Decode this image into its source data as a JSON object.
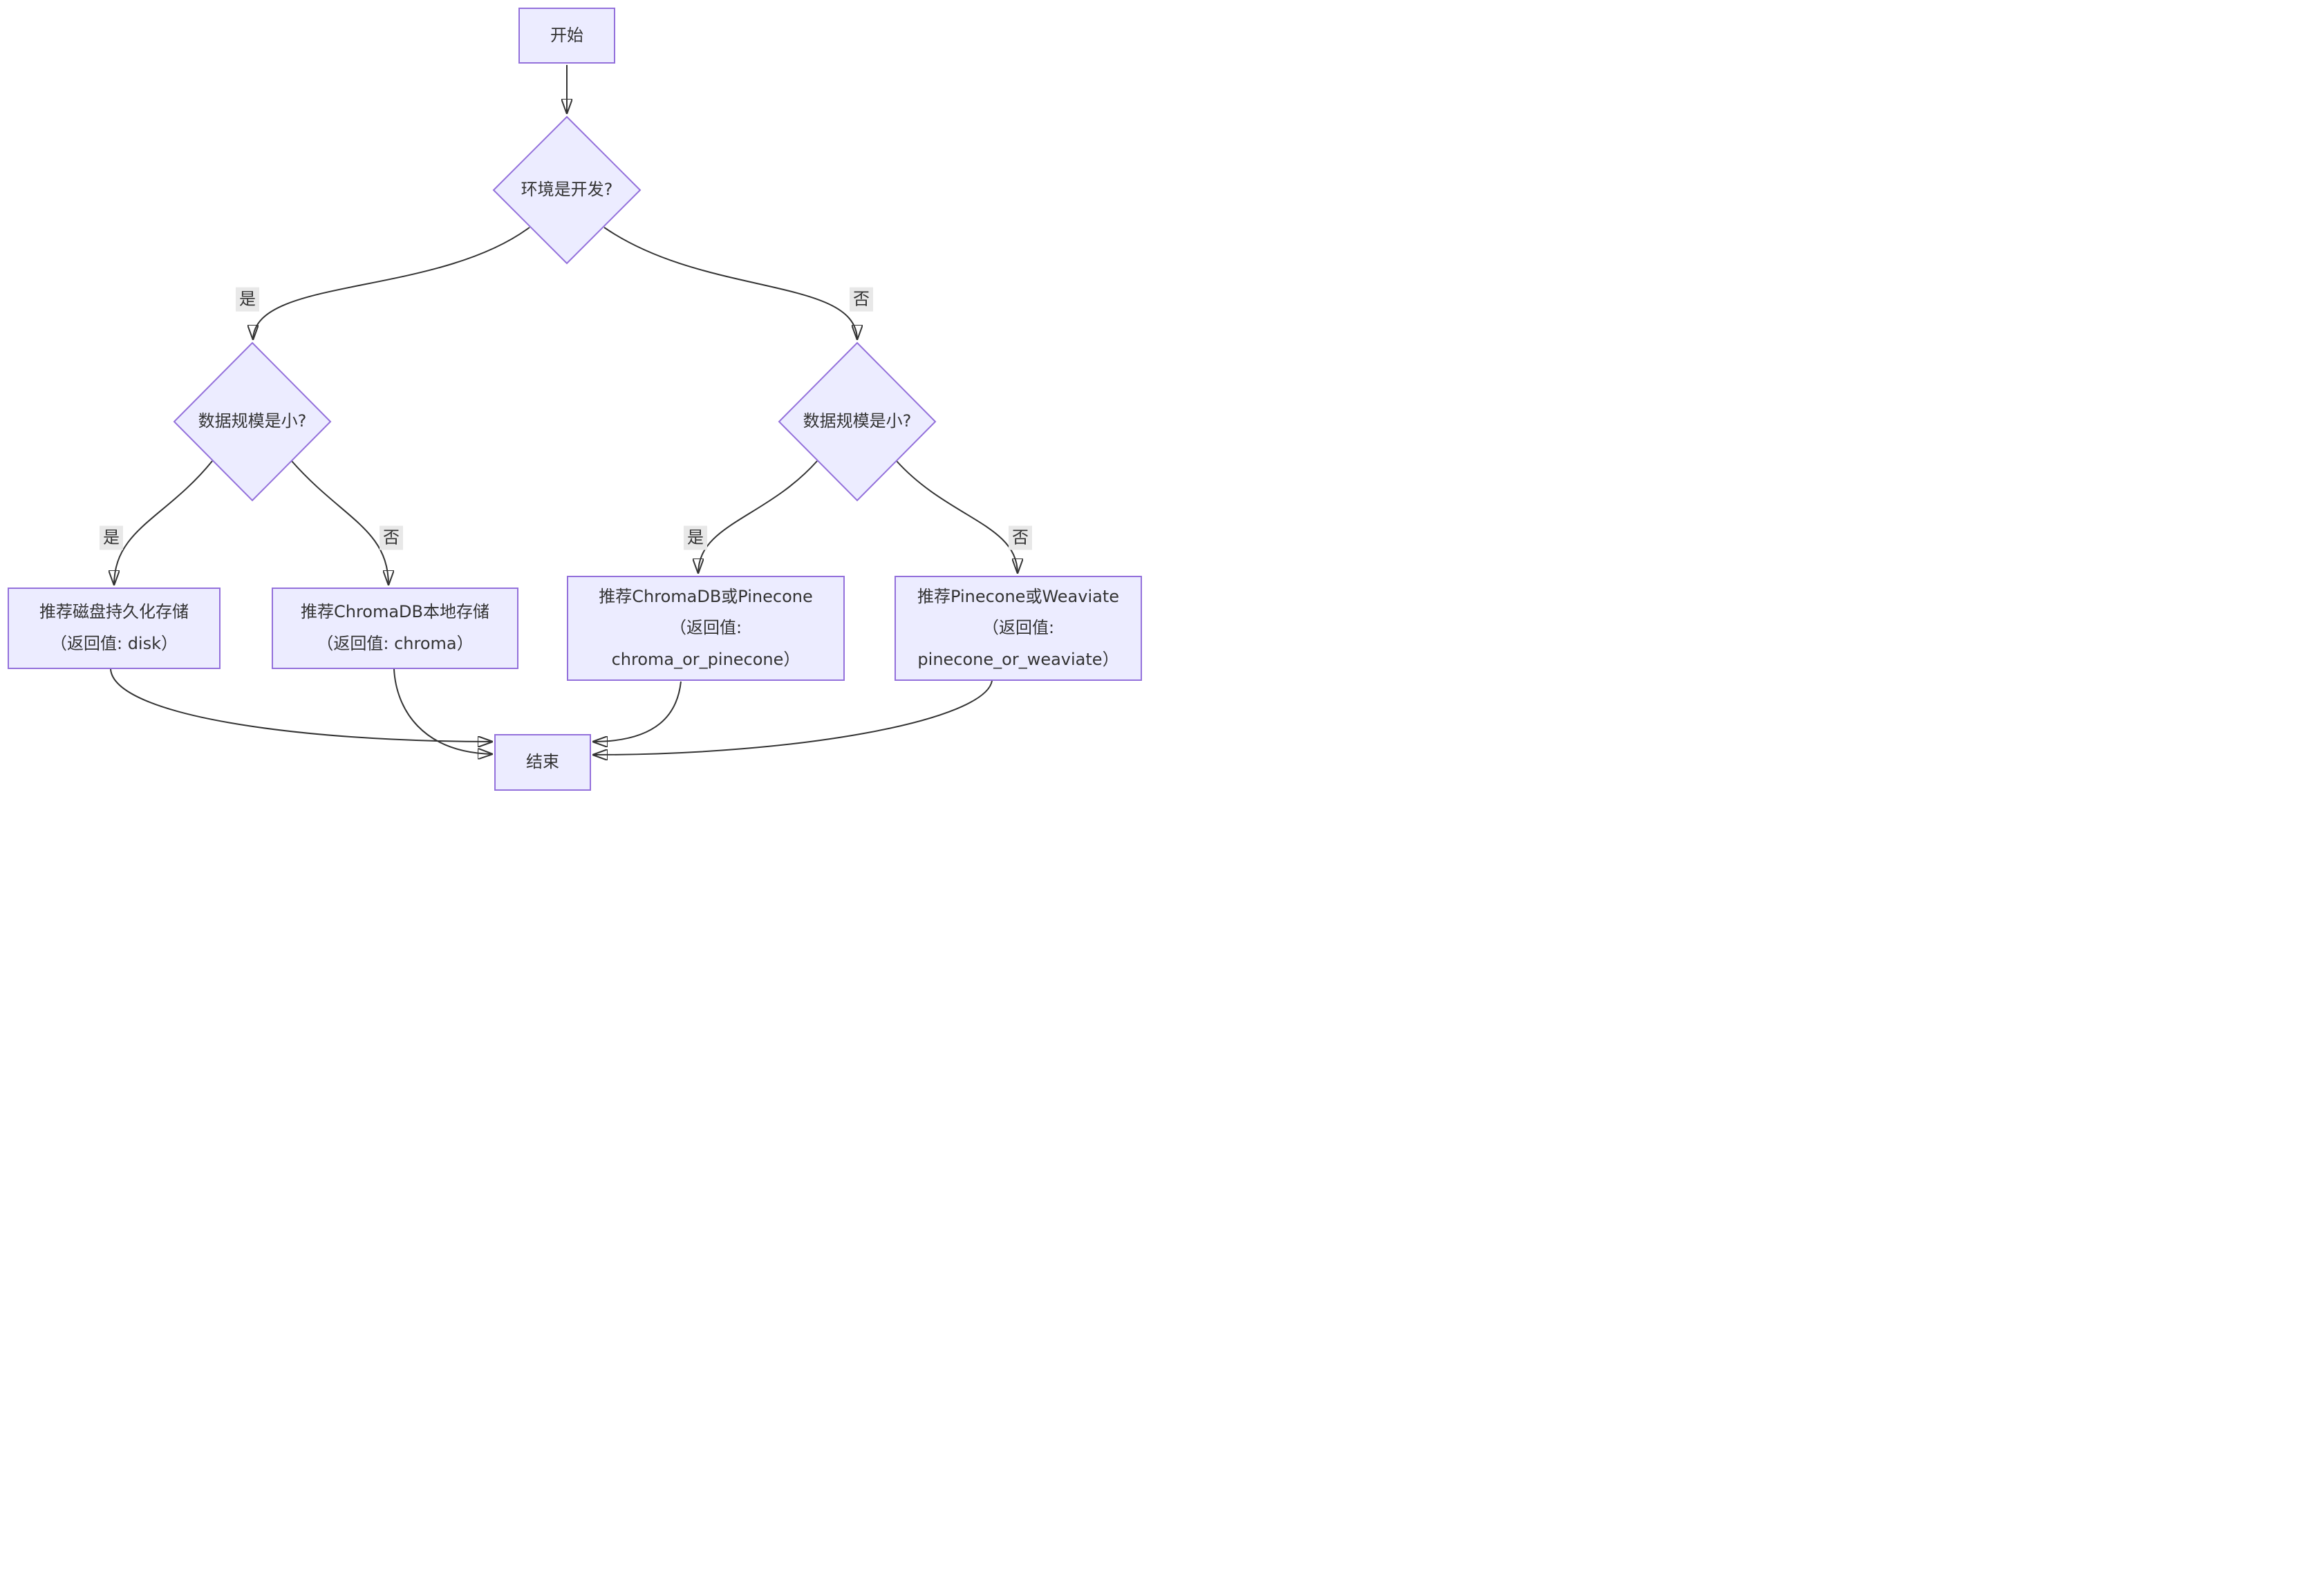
{
  "diagram": {
    "type": "flowchart",
    "direction": "top-to-bottom"
  },
  "theme": {
    "node_fill": "#ECECFF",
    "node_border": "#9370DB",
    "edge_color": "#333333",
    "edge_label_bg": "#e8e8e8",
    "text_color": "#333333"
  },
  "nodes": {
    "start": {
      "shape": "rect",
      "label": "开始"
    },
    "decision_env": {
      "shape": "diamond",
      "label": "环境是开发?"
    },
    "decision_scale_dev": {
      "shape": "diamond",
      "label": "数据规模是小?"
    },
    "decision_scale_prod": {
      "shape": "diamond",
      "label": "数据规模是小?"
    },
    "result_disk": {
      "shape": "rect",
      "lines": [
        "推荐磁盘持久化存储",
        "（返回值: disk）"
      ]
    },
    "result_chroma": {
      "shape": "rect",
      "lines": [
        "推荐ChromaDB本地存储",
        "（返回值: chroma）"
      ]
    },
    "result_chroma_or_pinecone": {
      "shape": "rect",
      "lines": [
        "推荐ChromaDB或Pinecone",
        "（返回值:",
        "chroma_or_pinecone）"
      ]
    },
    "result_pinecone_or_weaviate": {
      "shape": "rect",
      "lines": [
        "推荐Pinecone或Weaviate",
        "（返回值:",
        "pinecone_or_weaviate）"
      ]
    },
    "end": {
      "shape": "rect",
      "label": "结束"
    }
  },
  "edge_labels": {
    "env_yes": "是",
    "env_no": "否",
    "scale_dev_yes": "是",
    "scale_dev_no": "否",
    "scale_prod_yes": "是",
    "scale_prod_no": "否"
  }
}
